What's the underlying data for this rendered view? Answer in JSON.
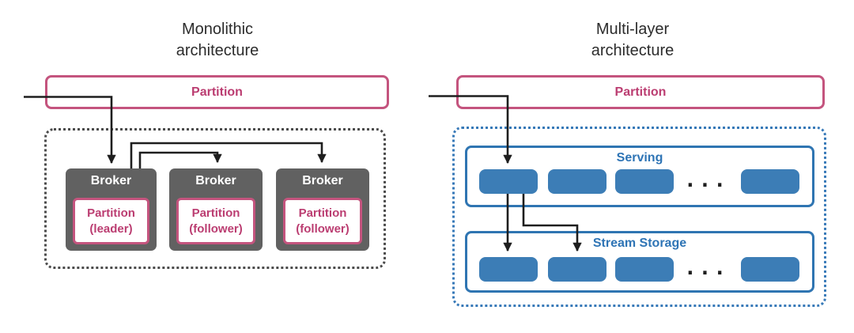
{
  "left": {
    "title_line1": "Monolithic",
    "title_line2": "architecture",
    "partition_label": "Partition",
    "brokers": [
      {
        "name_label": "Broker",
        "partition_line1": "Partition",
        "partition_line2": "(leader)"
      },
      {
        "name_label": "Broker",
        "partition_line1": "Partition",
        "partition_line2": "(follower)"
      },
      {
        "name_label": "Broker",
        "partition_line1": "Partition",
        "partition_line2": "(follower)"
      }
    ]
  },
  "right": {
    "title_line1": "Multi-layer",
    "title_line2": "architecture",
    "partition_label": "Partition",
    "layers": [
      {
        "label": "Serving",
        "ellipsis": "...",
        "segments": 4
      },
      {
        "label": "Stream Storage",
        "ellipsis": "...",
        "segments": 4
      }
    ]
  },
  "colors": {
    "title_text": "#2c2c2c",
    "pink_border": "#c4547e",
    "pink_text": "#bb3d71",
    "broker_gray": "#616161",
    "gray_dots": "#4b4b4b",
    "blue_border": "#2f75b2",
    "blue_fill": "#3c7db6",
    "blue_text": "#2e74b5",
    "blue_dots": "#3779b8",
    "arrow_black": "#1e1e1e"
  }
}
